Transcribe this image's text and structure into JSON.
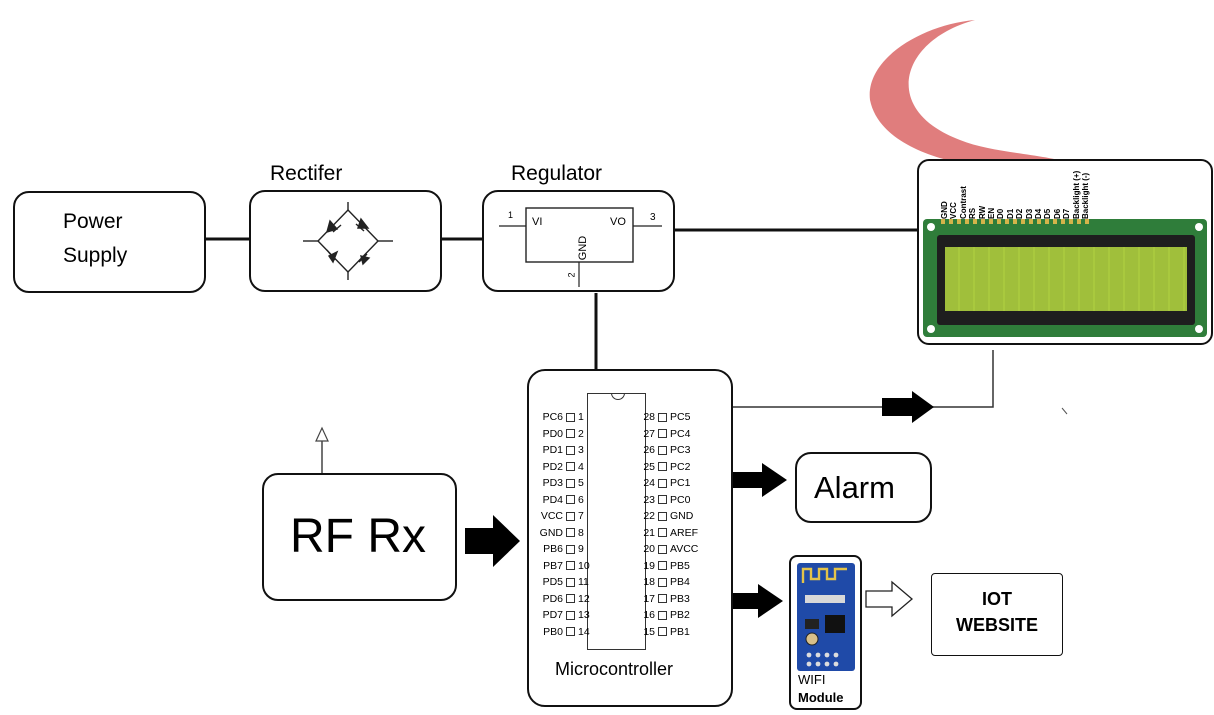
{
  "blocks": {
    "power_supply": "Power\nSupply",
    "rectifier": "Rectifer",
    "regulator": "Regulator",
    "regulator_pins": {
      "vi": "VI",
      "vo": "VO",
      "gnd": "GND",
      "in": "1",
      "out": "3",
      "ground": "2"
    },
    "microcontroller": "Microcontroller",
    "rf_rx": "RF Rx",
    "alarm": "Alarm",
    "wifi_module": "WIFI",
    "wifi_module_2": "Module",
    "iot_website": "IOT\nWEBSITE"
  },
  "lcd_pins": [
    "GND",
    "VCC",
    "Contrast",
    "RS",
    "RW",
    "EN",
    "D0",
    "D1",
    "D2",
    "D3",
    "D4",
    "D5",
    "D6",
    "D7",
    "Backlight (+)",
    "Backlight (-)"
  ],
  "mcu_pins_left": [
    {
      "name": "PC6",
      "num": "1"
    },
    {
      "name": "PD0",
      "num": "2"
    },
    {
      "name": "PD1",
      "num": "3"
    },
    {
      "name": "PD2",
      "num": "4"
    },
    {
      "name": "PD3",
      "num": "5"
    },
    {
      "name": "PD4",
      "num": "6"
    },
    {
      "name": "VCC",
      "num": "7"
    },
    {
      "name": "GND",
      "num": "8"
    },
    {
      "name": "PB6",
      "num": "9"
    },
    {
      "name": "PB7",
      "num": "10"
    },
    {
      "name": "PD5",
      "num": "11"
    },
    {
      "name": "PD6",
      "num": "12"
    },
    {
      "name": "PD7",
      "num": "13"
    },
    {
      "name": "PB0",
      "num": "14"
    }
  ],
  "mcu_pins_right": [
    {
      "name": "PC5",
      "num": "28"
    },
    {
      "name": "PC4",
      "num": "27"
    },
    {
      "name": "PC3",
      "num": "26"
    },
    {
      "name": "PC2",
      "num": "25"
    },
    {
      "name": "PC1",
      "num": "24"
    },
    {
      "name": "PC0",
      "num": "23"
    },
    {
      "name": "GND",
      "num": "22"
    },
    {
      "name": "AREF",
      "num": "21"
    },
    {
      "name": "AVCC",
      "num": "20"
    },
    {
      "name": "PB5",
      "num": "19"
    },
    {
      "name": "PB4",
      "num": "18"
    },
    {
      "name": "PB3",
      "num": "17"
    },
    {
      "name": "PB2",
      "num": "16"
    },
    {
      "name": "PB1",
      "num": "15"
    }
  ],
  "colors": {
    "logo": "#e07d7d",
    "lcd_board": "#2f7d3a",
    "lcd_screen": "#a9c93e",
    "wifi_board": "#1f4aa8"
  }
}
